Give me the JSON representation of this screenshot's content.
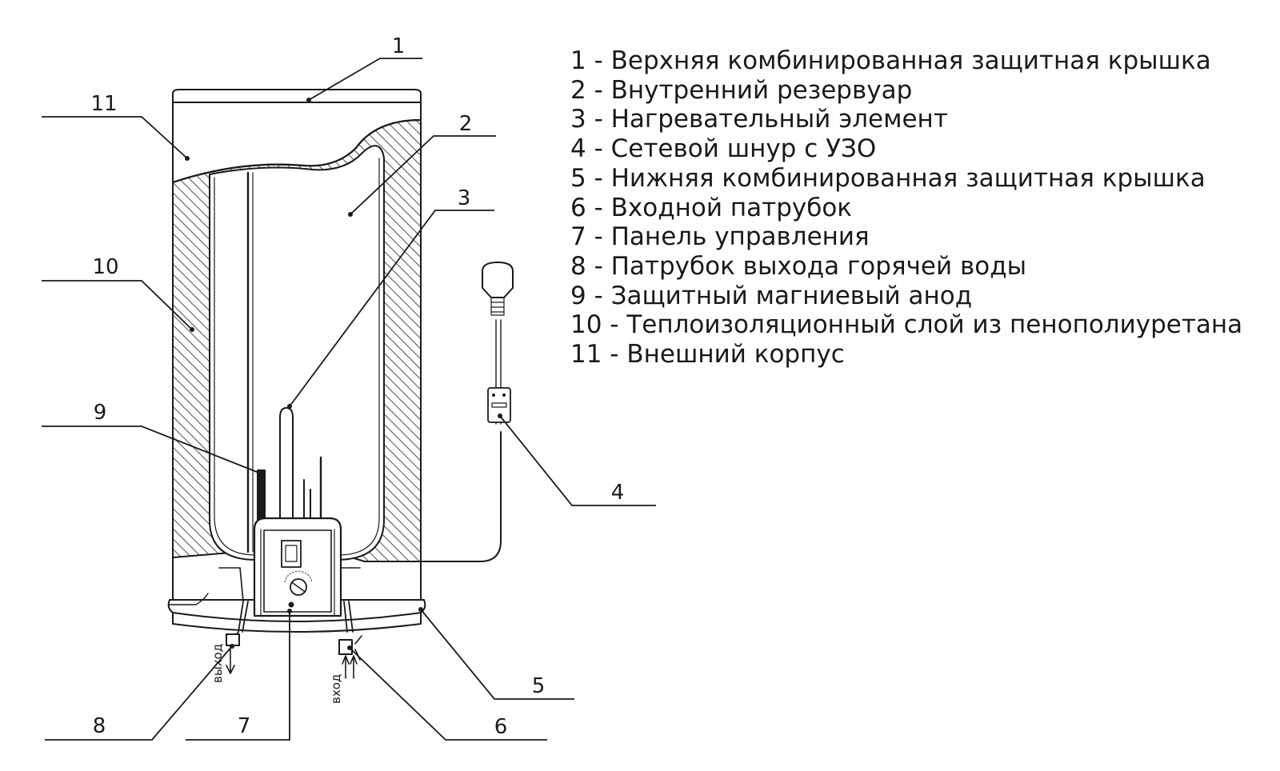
{
  "callouts": [
    "1",
    "2",
    "3",
    "4",
    "5",
    "6",
    "7",
    "8",
    "9",
    "10",
    "11"
  ],
  "flow_labels": {
    "out": "выход",
    "in": "вход"
  },
  "legend": [
    "1 - Верхняя комбинированная защитная крышка",
    "2 - Внутренний резервуар",
    "3 - Нагревательный элемент",
    "4 - Сетевой шнур с УЗО",
    "5 - Нижняя комбинированная защитная крышка",
    "6 - Входной патрубок",
    "7 - Панель управления",
    "8 - Патрубок выхода горячей воды",
    "9 - Защитный магниевый анод",
    "10 - Теплоизоляционный слой из пенополиуретана",
    "11 - Внешний корпус"
  ]
}
